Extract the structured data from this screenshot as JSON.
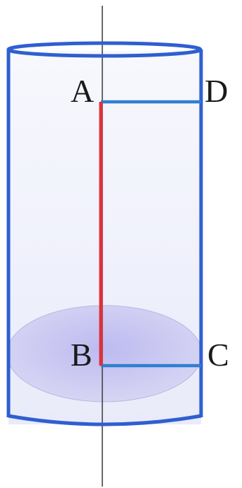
{
  "diagram": {
    "points": {
      "a": "A",
      "b": "B",
      "c": "C",
      "d": "D"
    },
    "colors": {
      "cylinder_outline": "#2f5fd0",
      "segment_ab": "#e0303a",
      "segments_ad_bc": "#2f7fd0",
      "axis": "#444444",
      "base_disk": "#c9c6ef",
      "cylinder_fill": "#eef0fb"
    }
  }
}
